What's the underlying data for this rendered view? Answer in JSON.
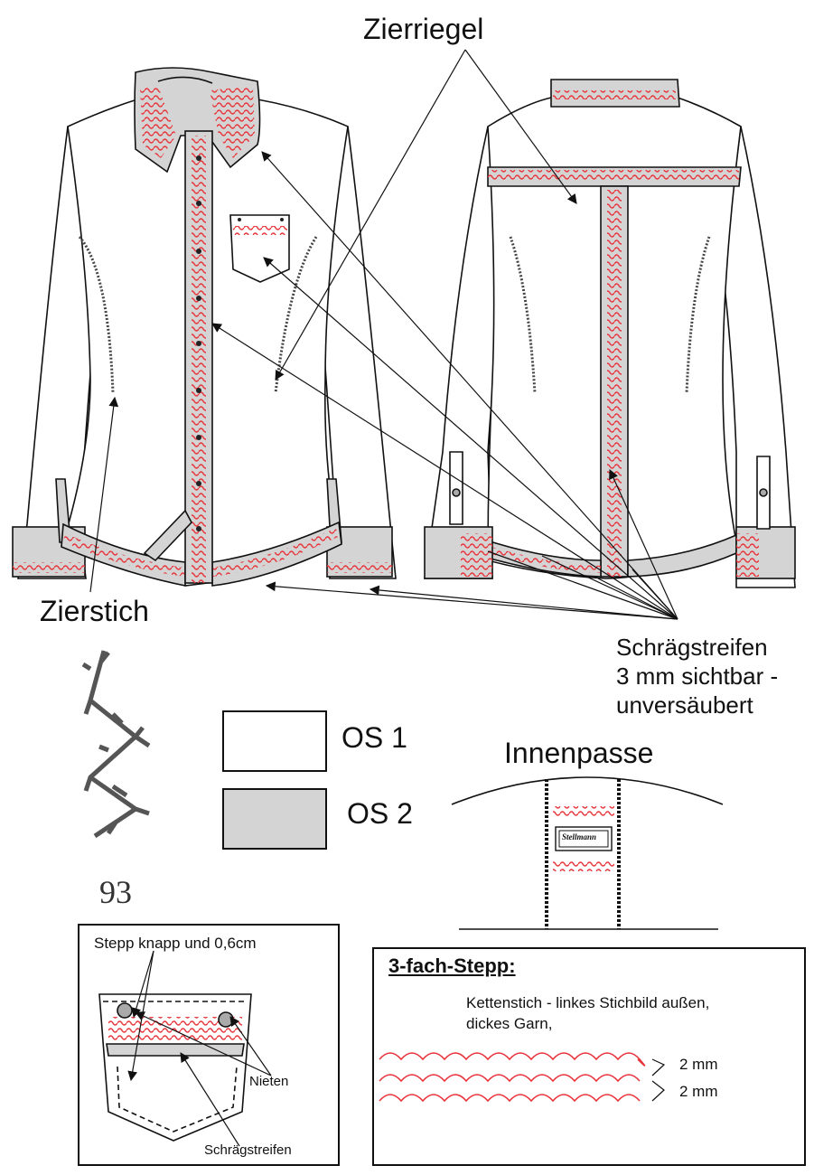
{
  "labels": {
    "zierriegel": "Zierriegel",
    "zierstich": "Zierstich",
    "schraegstreifen_line1": "Schrägstreifen",
    "schraegstreifen_line2": "3 mm sichtbar -",
    "schraegstreifen_line3": "unversäubert",
    "stitch_number": "93",
    "innenpasse": "Innenpasse",
    "innenpasse_tag": "Stellmann"
  },
  "legend": [
    {
      "label": "OS 1",
      "color": "#ffffff"
    },
    {
      "label": "OS 2",
      "color": "#d4d4d4"
    }
  ],
  "pocket_detail": {
    "title": "Stepp knapp und 0,6cm",
    "nieten": "Nieten",
    "schraegstreifen": "Schrägstreifen"
  },
  "stepp_panel": {
    "title": "3-fach-Stepp:",
    "desc_line1": "Kettenstich - linkes Stichbild außen,",
    "desc_line2": "dickes Garn,",
    "spacing1": "2 mm",
    "spacing2": "2 mm"
  },
  "colors": {
    "fabric_os1": "#ffffff",
    "fabric_os2": "#d4d4d4",
    "stitch": "#e8343a",
    "outline": "#111111"
  }
}
